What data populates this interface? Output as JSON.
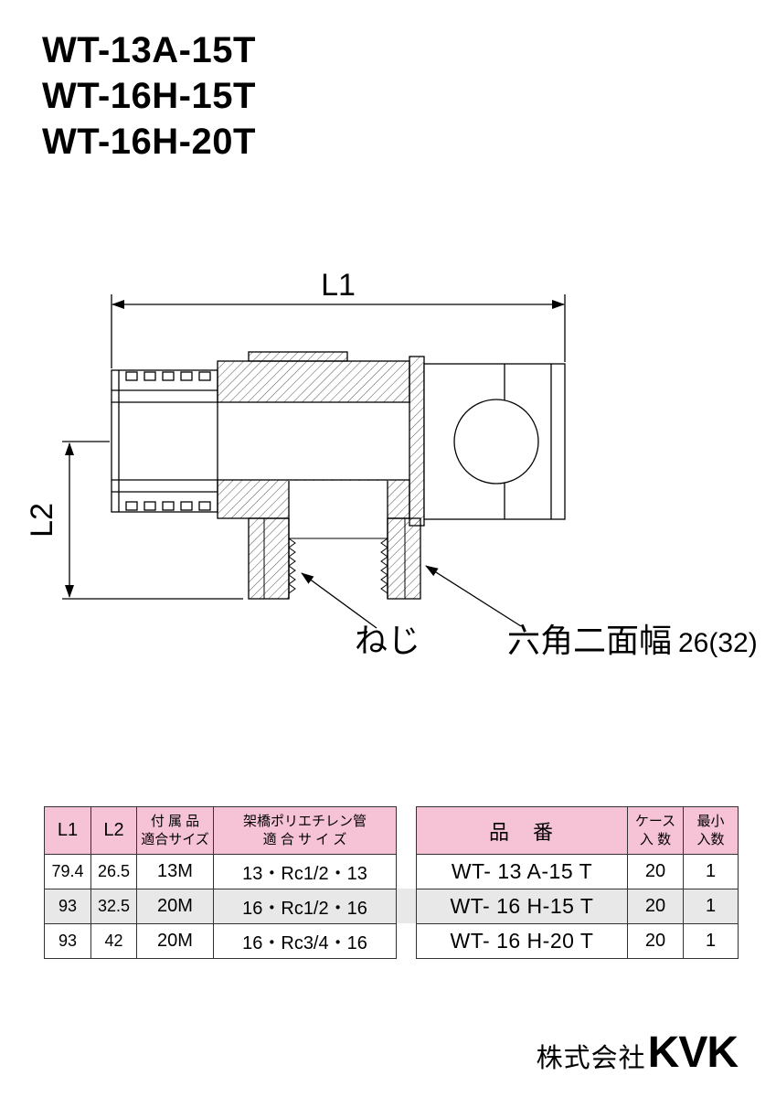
{
  "product_codes": [
    "WT-13A-15T",
    "WT-16H-15T",
    "WT-16H-20T"
  ],
  "drawing": {
    "dim_length": "L1",
    "dim_height": "L2",
    "thread_label": "ねじ",
    "hex_label": "六角二面幅",
    "hex_value": "26(32)"
  },
  "spec_table": {
    "col_l1": "L1",
    "col_l2": "L2",
    "col_acc_line1": "付 属 品",
    "col_acc_line2": "適合サイズ",
    "col_pex_line1": "架橋ポリエチレン管",
    "col_pex_line2": "適 合 サ イ ズ",
    "rows": [
      {
        "l1": "79.4",
        "l2": "26.5",
        "acc": "13M",
        "pex": "13・Rc1/2・13"
      },
      {
        "l1": "93",
        "l2": "32.5",
        "acc": "20M",
        "pex": "16・Rc1/2・16"
      },
      {
        "l1": "93",
        "l2": "42",
        "acc": "20M",
        "pex": "16・Rc3/4・16"
      }
    ]
  },
  "order_table": {
    "col_part": "品　番",
    "col_case_line1": "ケース",
    "col_case_line2": "入 数",
    "col_min_line1": "最小",
    "col_min_line2": "入数",
    "rows": [
      {
        "part": "WT- 13 A-15 T",
        "case": "20",
        "min": "1"
      },
      {
        "part": "WT- 16 H-15 T",
        "case": "20",
        "min": "1"
      },
      {
        "part": "WT- 16 H-20 T",
        "case": "20",
        "min": "1"
      }
    ]
  },
  "footer": {
    "company": "株式会社",
    "brand": "KVK"
  },
  "colors": {
    "header_pink": "#f6c3d6",
    "row_gray": "#e8e8e9",
    "line": "#000000"
  }
}
